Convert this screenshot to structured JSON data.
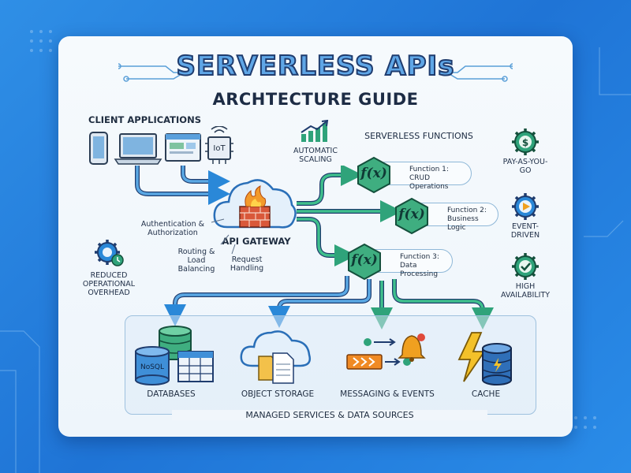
{
  "header": {
    "title": "SERVERLESS APIs",
    "subtitle": "ARCHTECTURE GUIDE"
  },
  "clients": {
    "heading": "CLIENT APPLICATIONS",
    "iot_label": "IoT"
  },
  "gateway": {
    "label": "API GATEWAY",
    "auth": "Authentication & Authorization",
    "routing": "Routing & Load Balancing",
    "request": "Request Handling"
  },
  "scaling": {
    "label": "AUTOMATIC SCALING"
  },
  "functions": {
    "heading": "SERVERLESS FUNCTIONS",
    "symbol": "f(x)",
    "items": [
      {
        "name": "Function 1:",
        "desc": "CRUD Operations"
      },
      {
        "name": "Function 2:",
        "desc": "Business Logic"
      },
      {
        "name": "Function 3:",
        "desc": "Data Processing"
      }
    ]
  },
  "benefits": {
    "pay": "PAY-AS-YOU-GO",
    "event": "EVENT-DRIVEN",
    "availability": "HIGH AVAILABILITY",
    "overhead": "REDUCED OPERATIONAL OVERHEAD"
  },
  "services": {
    "heading": "MANAGED SERVICES & DATA SOURCES",
    "databases": "DATABASES",
    "nosql": "NoSQL",
    "storage": "OBJECT STORAGE",
    "messaging": "MESSAGING & EVENTS",
    "cache": "CACHE"
  },
  "colors": {
    "accent_blue": "#2a88d8",
    "function_green": "#2fa37a",
    "title_fill": "#5fa6e6",
    "title_outline": "#1f3c6e"
  }
}
